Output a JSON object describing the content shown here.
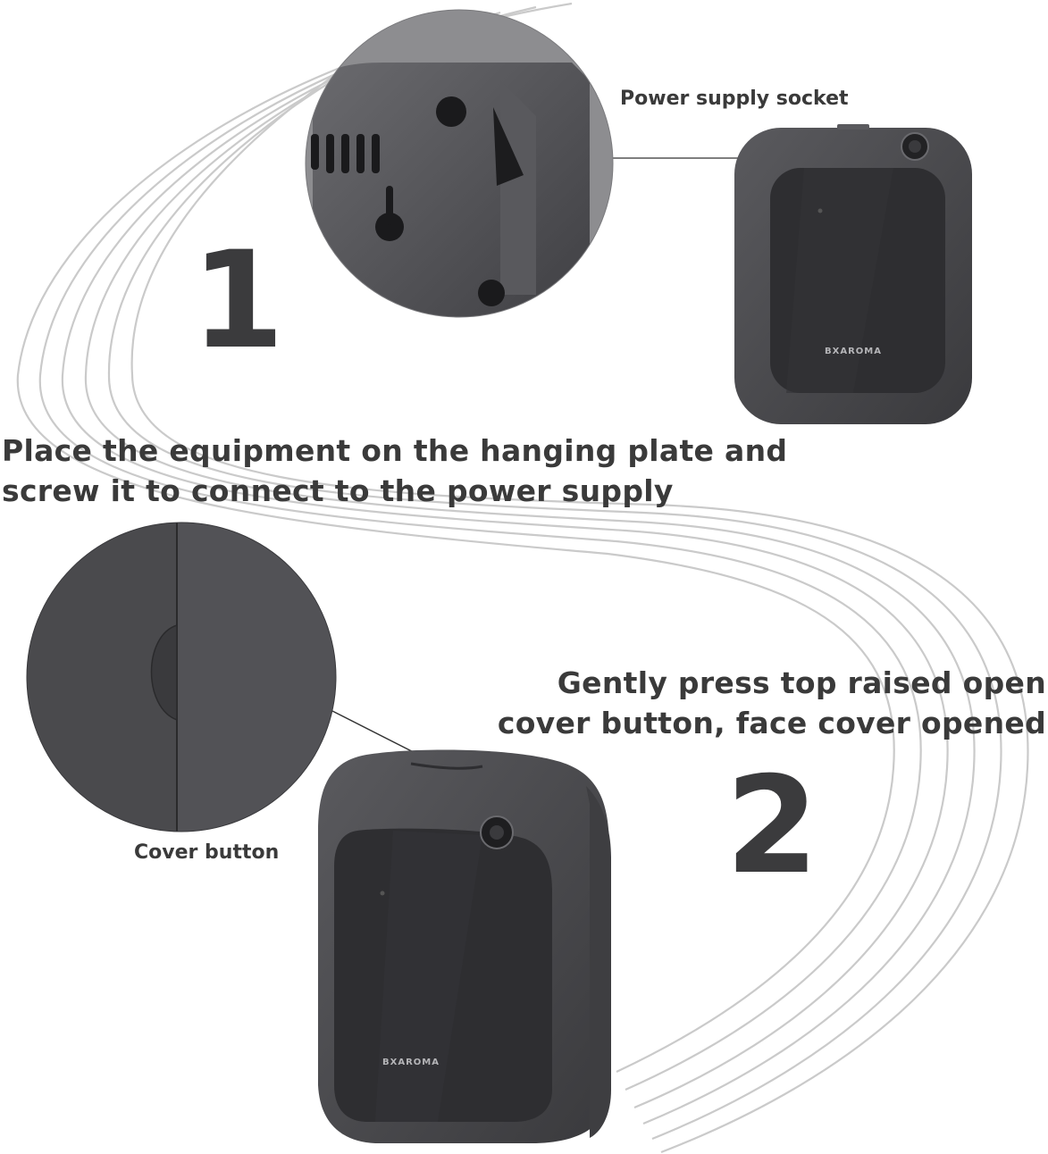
{
  "steps": [
    {
      "number": "1",
      "lines": [
        "Place the equipment on the hanging plate and",
        "screw it to connect to the power supply"
      ],
      "callout_label": "Power supply socket"
    },
    {
      "number": "2",
      "lines": [
        "Gently press top raised open",
        "cover button, face cover opened"
      ],
      "callout_label": "Cover button"
    }
  ],
  "device_brand": "BXAROMA",
  "colors": {
    "device_body": "#4a4a4d",
    "device_panel": "#2f2f32",
    "text": "#3a3a3a",
    "swoosh_lines": "#c8c8c8"
  }
}
